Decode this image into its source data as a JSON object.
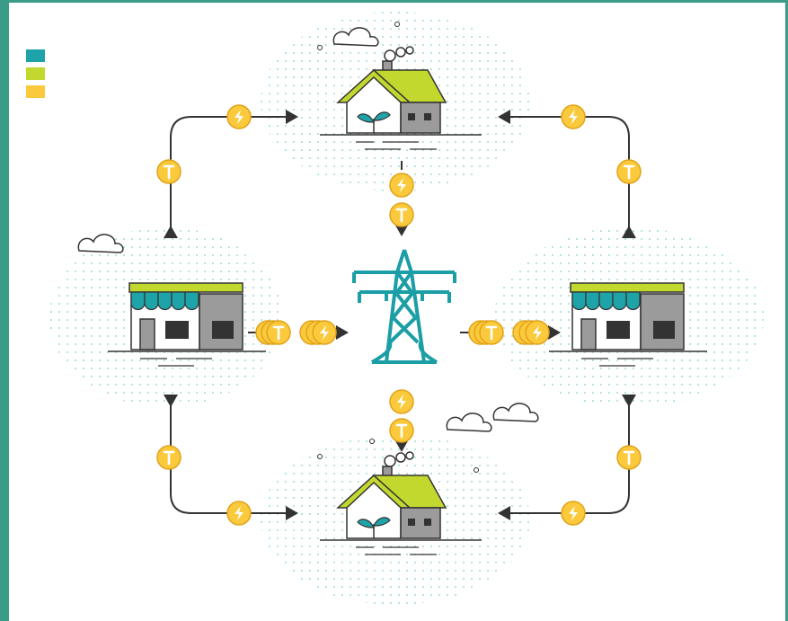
{
  "legend": {
    "swatches": [
      {
        "name": "teal",
        "color": "#1ea3a8"
      },
      {
        "name": "lime",
        "color": "#c3d82e"
      },
      {
        "name": "yellow",
        "color": "#fbca3c"
      }
    ]
  },
  "colors": {
    "frame": "#3a9b88",
    "pylon": "#1b9ea5",
    "roof": "#c3d82e",
    "coin": "#fbca3c",
    "coin_edge": "#e2a21a",
    "wall": "#9b9b9b",
    "outline": "#333333",
    "dots": "#7fd0cf"
  },
  "coin_symbols": {
    "energy": "⚡",
    "token": "T"
  }
}
